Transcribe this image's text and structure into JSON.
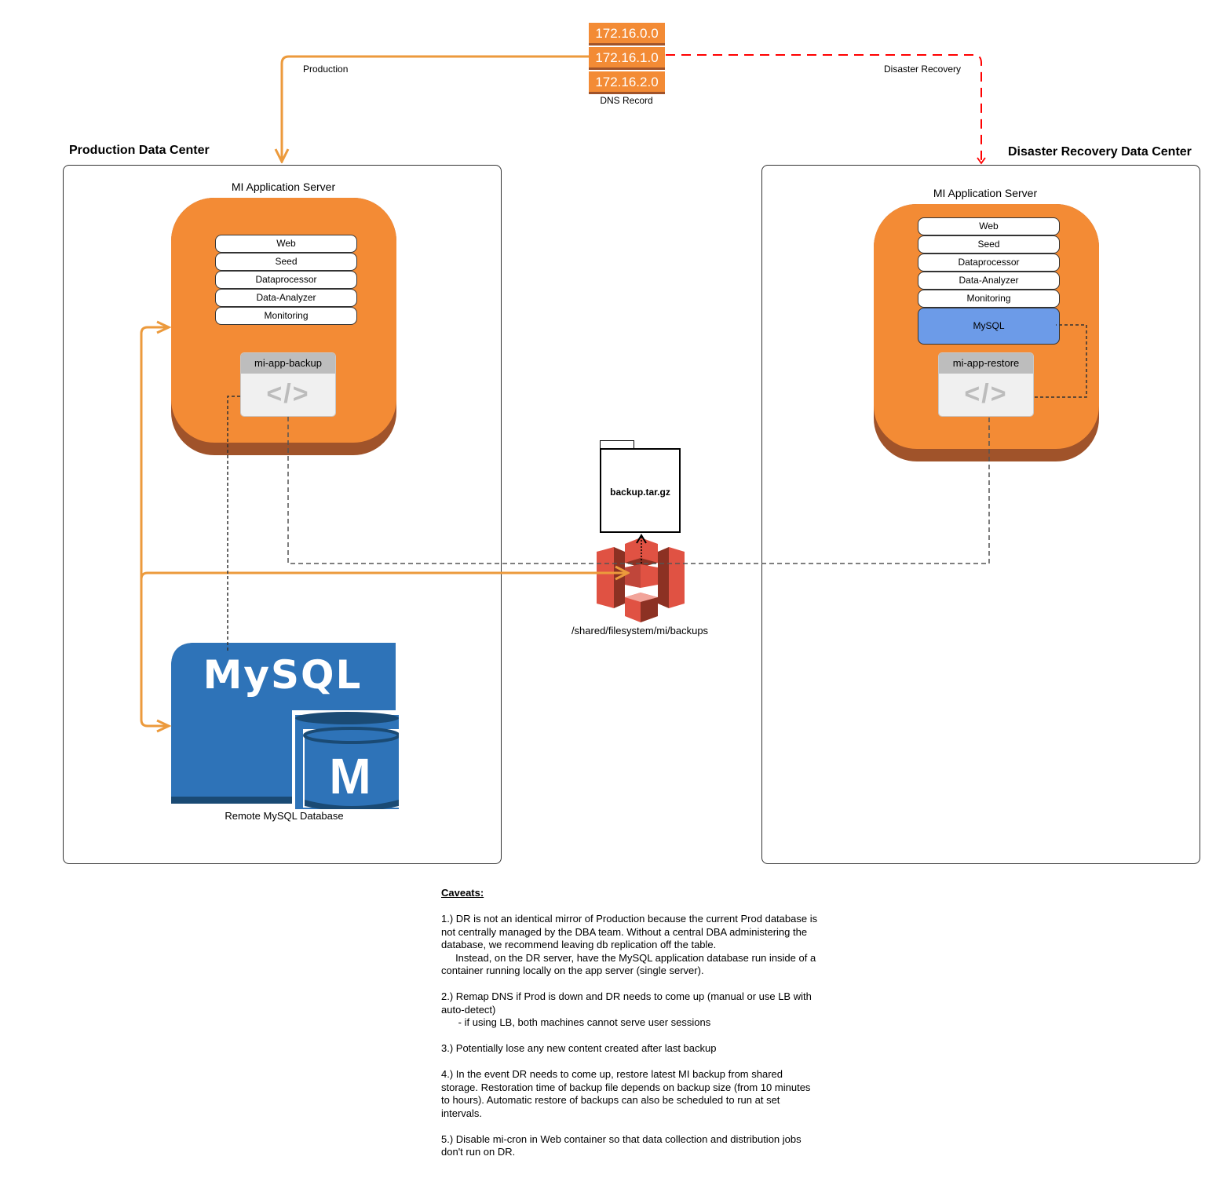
{
  "dns": {
    "records": [
      "172.16.0.0",
      "172.16.1.0",
      "172.16.2.0"
    ],
    "label": "DNS Record"
  },
  "flows": {
    "production": "Production",
    "disaster_recovery": "Disaster Recovery"
  },
  "production_dc": {
    "title": "Production Data Center",
    "server": {
      "title": "MI Application Server",
      "services": [
        "Web",
        "Seed",
        "Dataprocessor",
        "Data-Analyzer",
        "Monitoring"
      ],
      "script": {
        "name": "mi-app-backup",
        "glyph": "</>"
      }
    },
    "database": {
      "logo_text": "MySQL",
      "badge": "M",
      "label": "Remote MySQL Database"
    }
  },
  "dr_dc": {
    "title": "Disaster Recovery Data Center",
    "server": {
      "title": "MI Application Server",
      "services": [
        "Web",
        "Seed",
        "Dataprocessor",
        "Data-Analyzer",
        "Monitoring"
      ],
      "local_db": "MySQL",
      "script": {
        "name": "mi-app-restore",
        "glyph": "</>"
      }
    }
  },
  "shared_storage": {
    "file": "backup.tar.gz",
    "path": "/shared/filesystem/mi/backups"
  },
  "caveats": {
    "heading": "Caveats:",
    "items": [
      "1.) DR is not an identical mirror of Production because the current Prod database is not centrally managed by the DBA team. Without a central DBA administering the database, we recommend leaving db replication off the table.\n     Instead, on the DR server, have the MySQL application database run inside of a container running locally on the app server (single server).",
      "2.) Remap DNS if Prod is down and DR needs to come up (manual or use LB with auto-detect)\n      - if using LB, both machines cannot serve user sessions",
      "3.) Potentially lose any new content created after last backup",
      "4.) In the event DR needs to come up, restore latest MI backup from shared storage. Restoration time of backup file depends on backup size (from 10 minutes to hours). Automatic restore of backups can also be scheduled to run at set intervals.",
      "5.) Disable mi-cron in Web container so that data collection and distribution jobs don't run on DR."
    ]
  },
  "colors": {
    "orange": "#f38b35",
    "orange_dark": "#a0532a",
    "connector_orange": "#ec9a3c",
    "dr_red": "#ff0000",
    "mysql_blue": "#2e73b8",
    "mysql_dark": "#1a4a74",
    "local_mysql": "#6c9be8",
    "s3_red": "#e05243",
    "s3_dark": "#8c3123"
  }
}
